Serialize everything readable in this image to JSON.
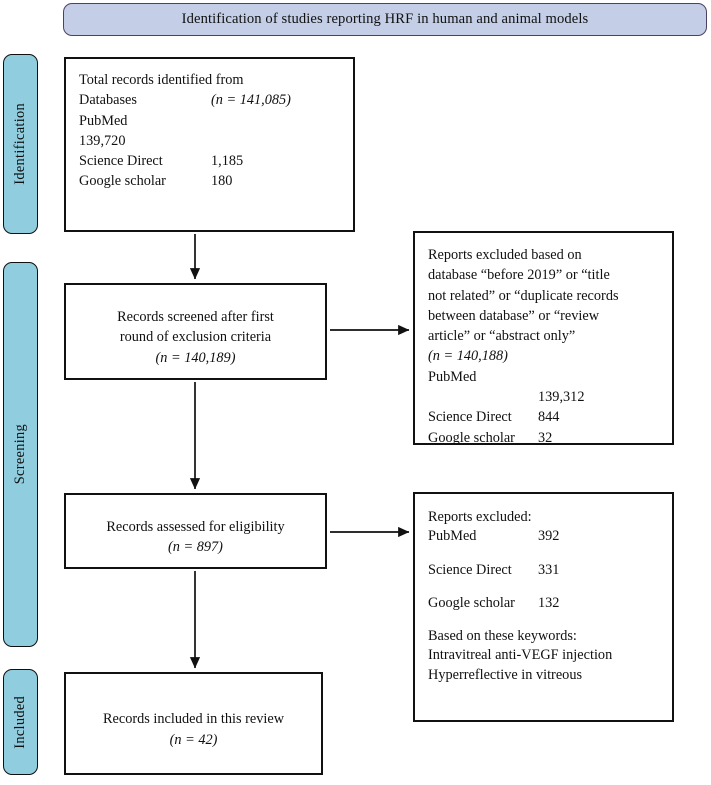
{
  "banner": {
    "title": "Identification of studies reporting HRF in human and animal models",
    "fill_color": "#c4cee6",
    "border_color": "#4c4163"
  },
  "stage_bars": {
    "fill_color": "#8fcddf",
    "border_color": "#101010",
    "items": [
      {
        "id": "identification",
        "label": "Identification"
      },
      {
        "id": "screening",
        "label": "Screening"
      },
      {
        "id": "included",
        "label": "Included"
      }
    ]
  },
  "boxes": {
    "identified": {
      "heading": "Total records identified from",
      "databases_label": "Databases",
      "databases_n": "(n = 141,085)",
      "pubmed_label": "PubMed",
      "pubmed_value": "139,720",
      "science_direct_label": "Science Direct",
      "science_direct_value": "1,185",
      "google_scholar_label": "Google scholar",
      "google_scholar_value": "180"
    },
    "screened": {
      "line1": "Records screened after first",
      "line2": "round of exclusion criteria",
      "n": "(n = 140,189)"
    },
    "eligibility": {
      "line1": "Records assessed for eligibility",
      "n": "(n = 897)"
    },
    "included": {
      "line1": "Records included in this review",
      "n": "(n = 42)"
    },
    "excluded_first_round": {
      "line1": "Reports excluded based on",
      "line2": "database “before 2019” or “title",
      "line3": "not related” or “duplicate records",
      "line4": "between database” or “review",
      "line5": "article” or “abstract only”",
      "n": "(n = 140,188)",
      "pubmed_label": "PubMed",
      "pubmed_value": "139,312",
      "science_direct_label": "Science Direct",
      "science_direct_value": "844",
      "google_scholar_label": "Google scholar",
      "google_scholar_value": "32"
    },
    "excluded_eligibility": {
      "heading": "Reports excluded:",
      "pubmed_label": "PubMed",
      "pubmed_value": "392",
      "science_direct_label": "Science Direct",
      "science_direct_value": "331",
      "google_scholar_label": "Google scholar",
      "google_scholar_value": "132",
      "keywords_heading": "Based on these keywords:",
      "keyword_1": "Intravitreal anti-VEGF injection",
      "keyword_2": "Hyperreflective in vitreous"
    }
  },
  "connectors": {
    "stroke_color": "#111111",
    "arrows": [
      {
        "id": "identified-to-screened",
        "direction": "down"
      },
      {
        "id": "screened-to-excluded-first-round",
        "direction": "right"
      },
      {
        "id": "screened-to-eligibility",
        "direction": "down"
      },
      {
        "id": "eligibility-to-excluded",
        "direction": "right"
      },
      {
        "id": "eligibility-to-included",
        "direction": "down"
      }
    ]
  }
}
